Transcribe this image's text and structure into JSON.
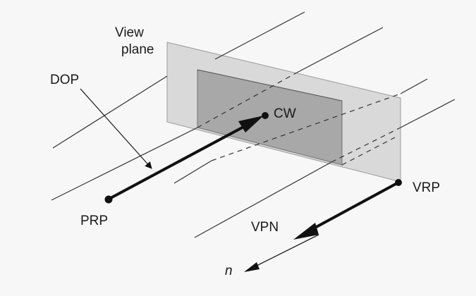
{
  "figure": {
    "labels": {
      "view_plane_line1": "View",
      "view_plane_line2": "plane",
      "dop": "DOP",
      "cw": "CW",
      "prp": "PRP",
      "vrp": "VRP",
      "vpn": "VPN",
      "n": "n"
    },
    "colors": {
      "background": "#f7f7f7",
      "view_plane_fill": "#d9d9d9",
      "window_fill": "#a8a8a8",
      "line": "#222222",
      "point": "#111111"
    }
  }
}
